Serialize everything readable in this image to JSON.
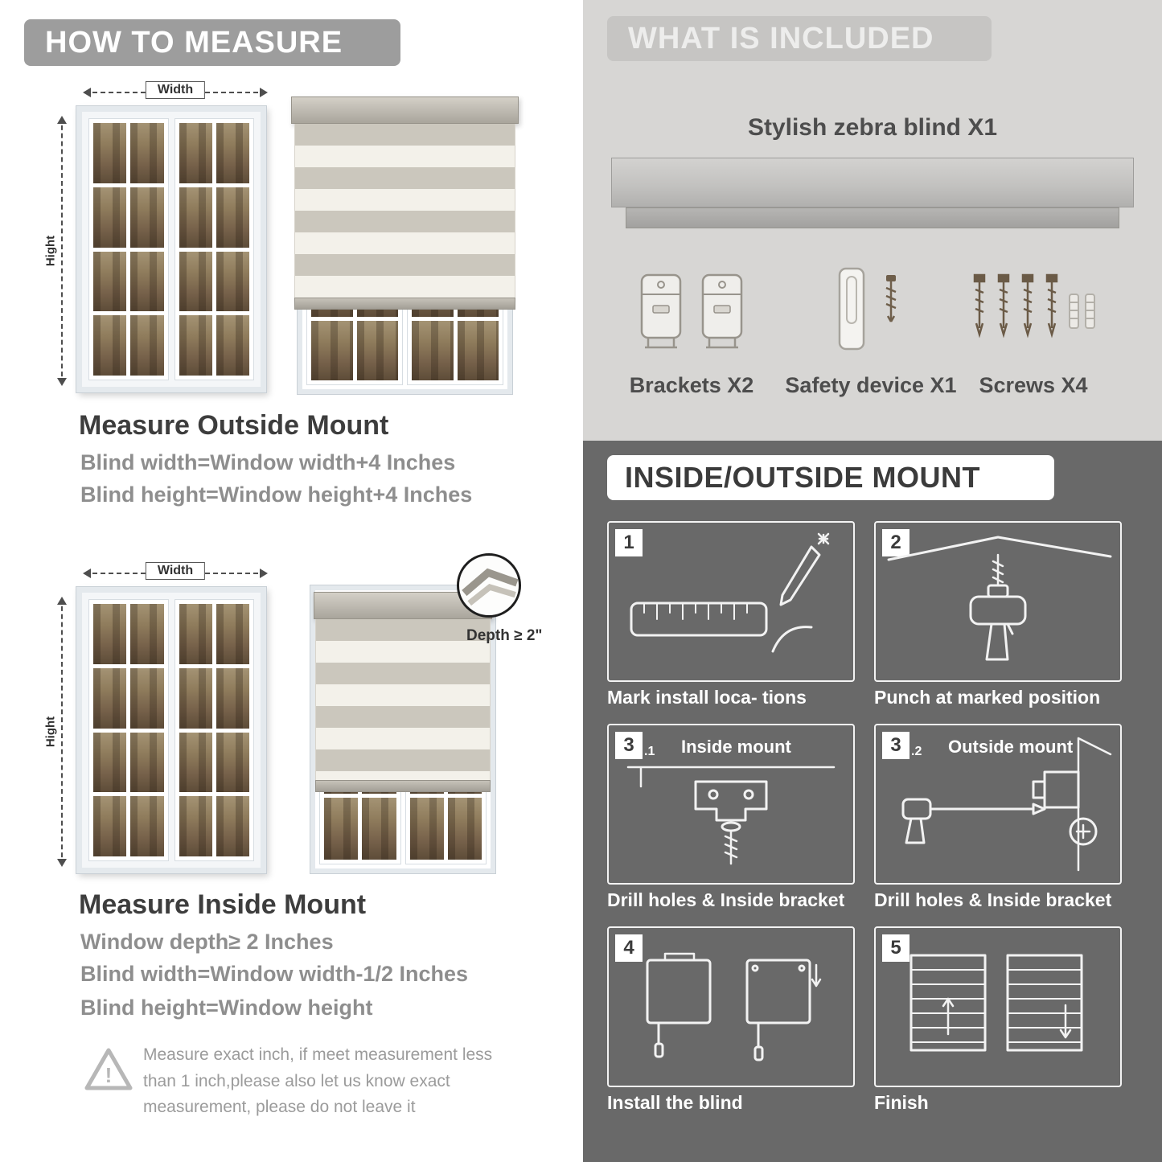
{
  "colors": {
    "header_gray": "#9d9d9d",
    "light_bg": "#d7d6d4",
    "included_bar": "#c6c5c3",
    "dark_bg": "#696969",
    "text_dark": "#3d3d3d",
    "text_gray": "#8e8e8e"
  },
  "icons": {
    "warning": "!"
  },
  "left": {
    "header": "HOW TO MEASURE",
    "width_label": "Width",
    "height_label": "Hight",
    "outside": {
      "title": "Measure Outside Mount",
      "lines": [
        "Blind width=Window width+4 Inches",
        "Blind height=Window height+4 Inches"
      ]
    },
    "inside": {
      "title": "Measure Inside Mount",
      "depth_label": "Depth ≥ 2\"",
      "lines": [
        "Window depth≥ 2 Inches",
        "Blind width=Window width-1/2 Inches",
        "Blind height=Window height"
      ]
    },
    "note": "Measure exact inch, if meet measurement less than 1 inch,please also let us know exact measurement, please do not leave it"
  },
  "right": {
    "included": {
      "header": "WHAT IS INCLUDED",
      "blind_label": "Stylish zebra blind X1",
      "items": [
        {
          "label": "Brackets X2"
        },
        {
          "label": "Safety device X1"
        },
        {
          "label": "Screws X4"
        }
      ]
    },
    "mount": {
      "header": "INSIDE/OUTSIDE MOUNT",
      "steps": [
        {
          "num": "1",
          "caption": "Mark install loca- tions"
        },
        {
          "num": "2",
          "caption": "Punch at  marked position"
        },
        {
          "num": "3",
          "sub": ".1",
          "label": "Inside mount",
          "caption": "Drill holes &  Inside bracket"
        },
        {
          "num": "3",
          "sub": ".2",
          "label": "Outside mount",
          "caption": "Drill holes &  Inside bracket"
        },
        {
          "num": "4",
          "caption": "Install the blind"
        },
        {
          "num": "5",
          "caption": "Finish"
        }
      ]
    }
  }
}
